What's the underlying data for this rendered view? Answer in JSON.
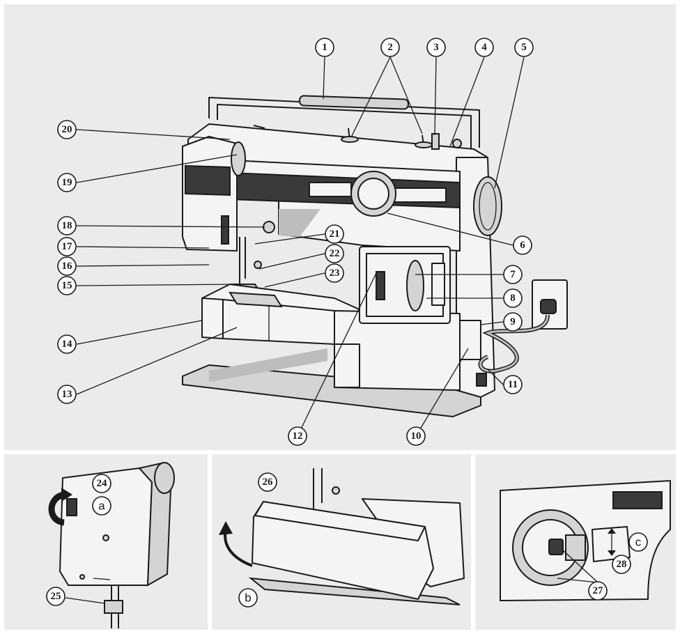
{
  "callouts": {
    "c1": "1",
    "c2": "2",
    "c3": "3",
    "c4": "4",
    "c5": "5",
    "c6": "6",
    "c7": "7",
    "c8": "8",
    "c9": "9",
    "c10": "10",
    "c11": "11",
    "c12": "12",
    "c13": "13",
    "c14": "14",
    "c15": "15",
    "c16": "16",
    "c17": "17",
    "c18": "18",
    "c19": "19",
    "c20": "20",
    "c21": "21",
    "c22": "22",
    "c23": "23",
    "c24": "24",
    "c25": "25",
    "c26": "26",
    "c27": "27",
    "c28": "28",
    "ca": "a",
    "cb": "b",
    "cc": "c"
  },
  "colors": {
    "panel_background": "#ebebeb",
    "line": "#1a1a1a",
    "dark_stripe": "#3a3a3a"
  }
}
